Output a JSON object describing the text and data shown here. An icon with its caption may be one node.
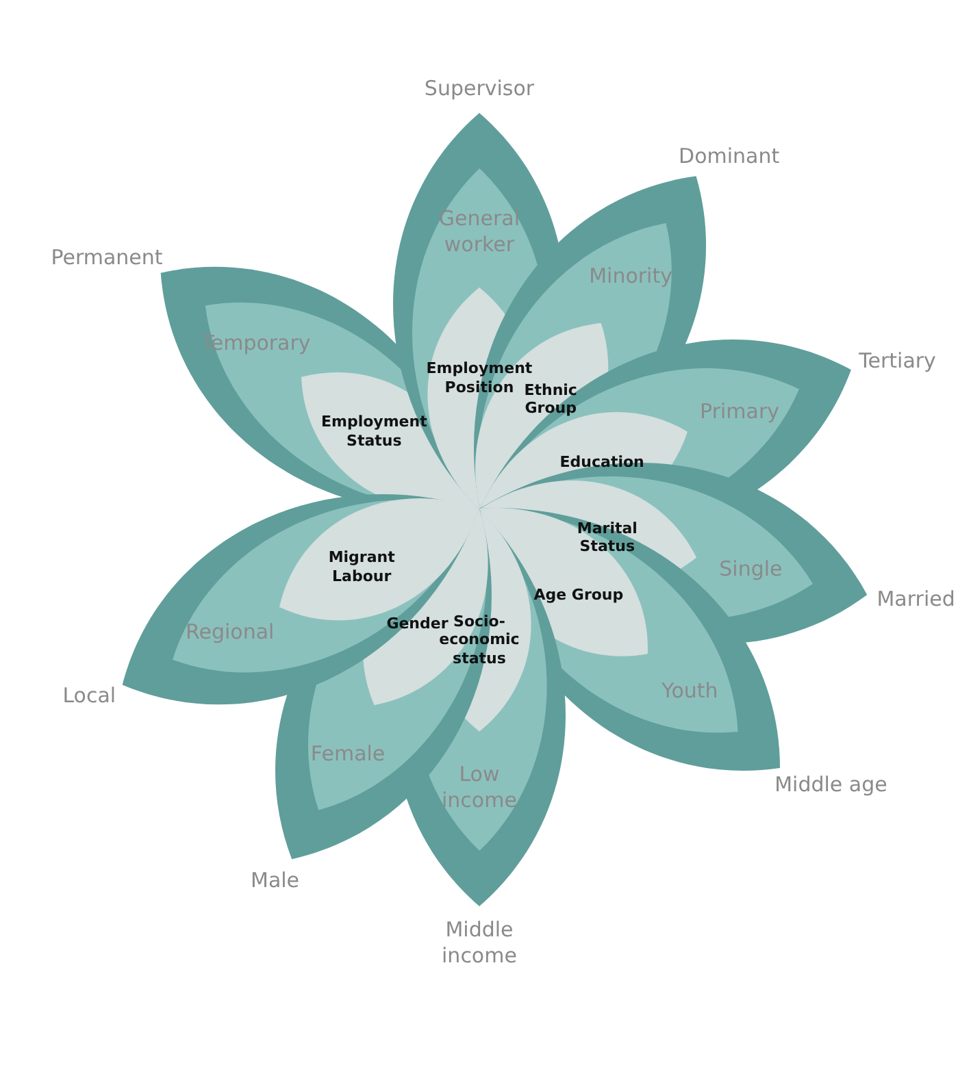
{
  "diagram": {
    "nodes": [
      {
        "text": [
          "Permanent"
        ]
      },
      {
        "text": [
          "Temporary"
        ],
        "in": 0
      },
      {
        "text": [
          "Employment Status"
        ],
        "in": 1
      },
      {
        "text": [
          "Supervisor"
        ]
      },
      {
        "text": [
          "General worker"
        ],
        "in": 3
      },
      {
        "text": [
          "Employment Position"
        ],
        "in": 4
      },
      {
        "text": [
          "Dominant"
        ]
      },
      {
        "text": [
          "Minority"
        ],
        "in": 6
      },
      {
        "text": [
          "Ethnic Group"
        ],
        "in": 7
      },
      {
        "text": [
          "Tertiary"
        ]
      },
      {
        "text": [
          "Primary"
        ],
        "in": 9
      },
      {
        "text": [
          "Education"
        ],
        "in": 10
      },
      {
        "text": [
          "Married"
        ]
      },
      {
        "text": [
          "Single"
        ],
        "in": 12
      },
      {
        "text": [
          "Marital Status"
        ],
        "in": 13
      },
      {
        "text": [
          "Middle age"
        ]
      },
      {
        "text": [
          "Youth"
        ],
        "in": 15
      },
      {
        "text": [
          "Age Group"
        ],
        "in": 16
      },
      {
        "text": [
          "Middle income"
        ]
      },
      {
        "text": [
          "Low income"
        ],
        "in": 18
      },
      {
        "text": [
          "Socio-economic status"
        ],
        "in": 19
      },
      {
        "text": [
          "Male"
        ]
      },
      {
        "text": [
          "Female"
        ],
        "in": 21
      },
      {
        "text": [
          "Gender"
        ],
        "in": 22
      },
      {
        "text": [
          "Local"
        ]
      },
      {
        "text": [
          "Regional"
        ],
        "in": 24
      },
      {
        "text": [
          "Migrant Labour"
        ],
        "in": 25
      }
    ]
  }
}
